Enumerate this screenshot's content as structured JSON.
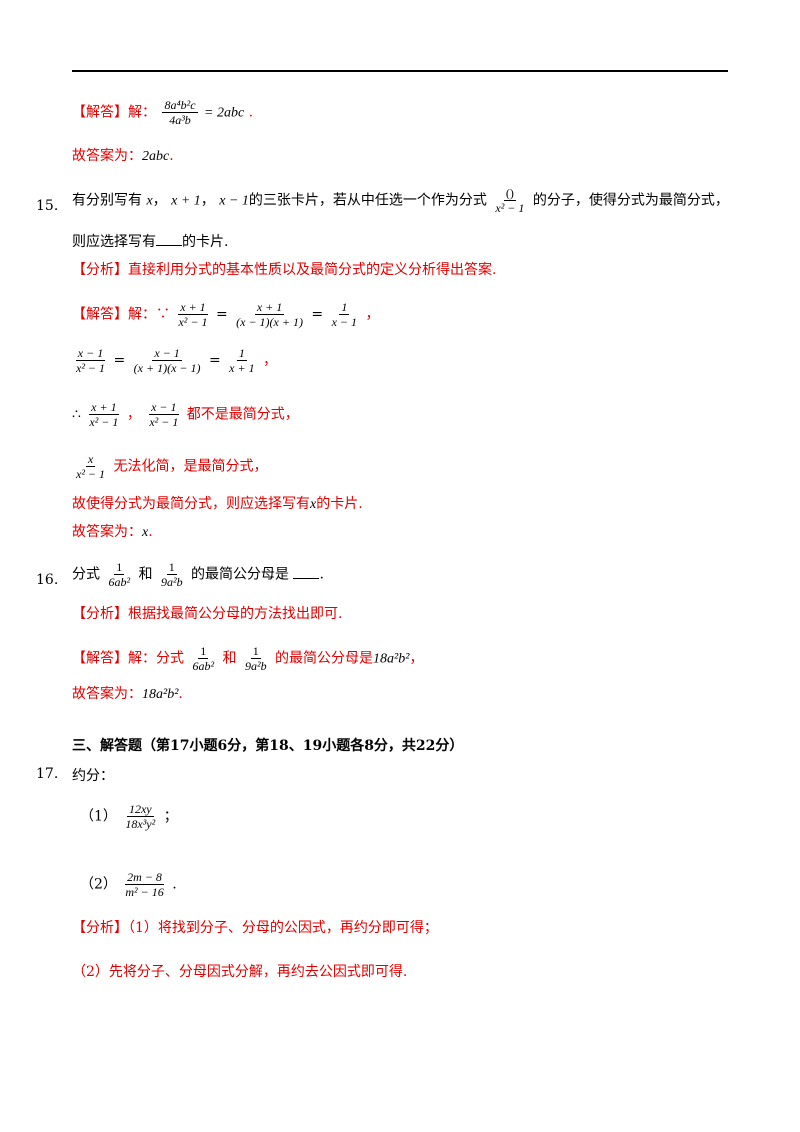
{
  "header_rule": true,
  "colors": {
    "answer": "#e00000",
    "text": "#000000"
  },
  "q14": {
    "answer_tag": "【解答】解：",
    "expr_num": "8a⁴b²c",
    "expr_den": "4a³b",
    "expr_rhs": "= 2abc",
    "period": ".",
    "final_prefix": "故答案为：",
    "final_value": "2abc",
    "final_suffix": "."
  },
  "q15": {
    "number": "15.",
    "text_a": "有分别写有",
    "c1": "x",
    "sep1": "，",
    "c2": "x + 1",
    "sep2": "，",
    "c3": "x − 1",
    "text_b": "的三张卡片，若从中任选一个作为分式",
    "frac_num": "()",
    "frac_den": "x² − 1",
    "text_c": "的分子，使得分式为最简分式，",
    "line2": "则应选择写有",
    "line2_end": "的卡片.",
    "analysis": "【分析】直接利用分式的基本性质以及最简分式的定义分析得出答案.",
    "answer_tag": "【解答】解：∵",
    "eq1": [
      "x + 1",
      "x² − 1",
      "x + 1",
      "(x − 1)(x + 1)",
      "1",
      "x − 1"
    ],
    "eq2": [
      "x − 1",
      "x² − 1",
      "x − 1",
      "(x + 1)(x − 1)",
      "1",
      "x + 1"
    ],
    "comma": "，",
    "therefore": "∴",
    "not_simplest": "都不是最简分式，",
    "frac3_num": "x",
    "frac3_den": "x² − 1",
    "is_simplest": "无法化简，是最简分式，",
    "conclusion_a": "故使得分式为最简分式，则应选择写有",
    "conclusion_x": "x",
    "conclusion_b": "的卡片.",
    "final_prefix": "故答案为：",
    "final_value": "x",
    "final_suffix": "."
  },
  "q16": {
    "number": "16.",
    "text_a": "分式",
    "f1_num": "1",
    "f1_den": "6ab²",
    "and": "和",
    "f2_num": "1",
    "f2_den": "9a²b",
    "text_b": "的最简公分母是",
    "text_end": ".",
    "analysis": "【分析】根据找最简公分母的方法找出即可.",
    "answer_a": "【解答】解：分式",
    "answer_b": "的最简公分母是",
    "answer_value": "18a²b²",
    "answer_end": "，",
    "final_prefix": "故答案为：",
    "final_value": "18a²b²",
    "final_suffix": "."
  },
  "section3": {
    "heading": "三、解答题（第17小题6分，第18、19小题各8分，共22分）"
  },
  "q17": {
    "number": "17.",
    "title": "约分：",
    "p1_label": "（1）",
    "p1_num": "12xy",
    "p1_den": "18x³y²",
    "p1_end": "；",
    "p2_label": "（2）",
    "p2_num": "2m − 8",
    "p2_den": "m² − 16",
    "p2_end": ".",
    "analysis1": "【分析】（1）将找到分子、分母的公因式，再约分即可得；",
    "analysis2": "（2）先将分子、分母因式分解，再约去公因式即可得."
  }
}
